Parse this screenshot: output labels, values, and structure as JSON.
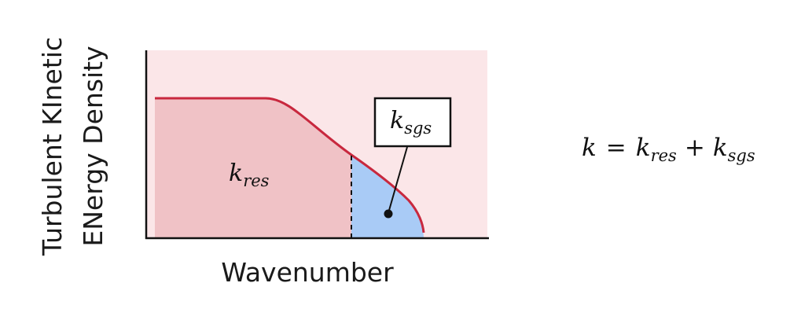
{
  "ylabel_line1": "Turbulent KInetic",
  "ylabel_line2": "ENergy Density",
  "xlabel": "Wavenumber",
  "region_resolved": {
    "symbol": "k",
    "subscript": "res"
  },
  "region_subgrid": {
    "symbol": "k",
    "subscript": "sgs"
  },
  "equation": {
    "lhs": "k",
    "equals": "=",
    "term1_symbol": "k",
    "term1_subscript": "res",
    "plus": "+",
    "term2_symbol": "k",
    "term2_subscript": "sgs"
  },
  "colors": {
    "plot_background": "#fbe6e8",
    "resolved_fill": "#f0c2c6",
    "subgrid_fill": "#a9cbf6",
    "spectrum_curve": "#c8283e",
    "axis": "#111111"
  }
}
